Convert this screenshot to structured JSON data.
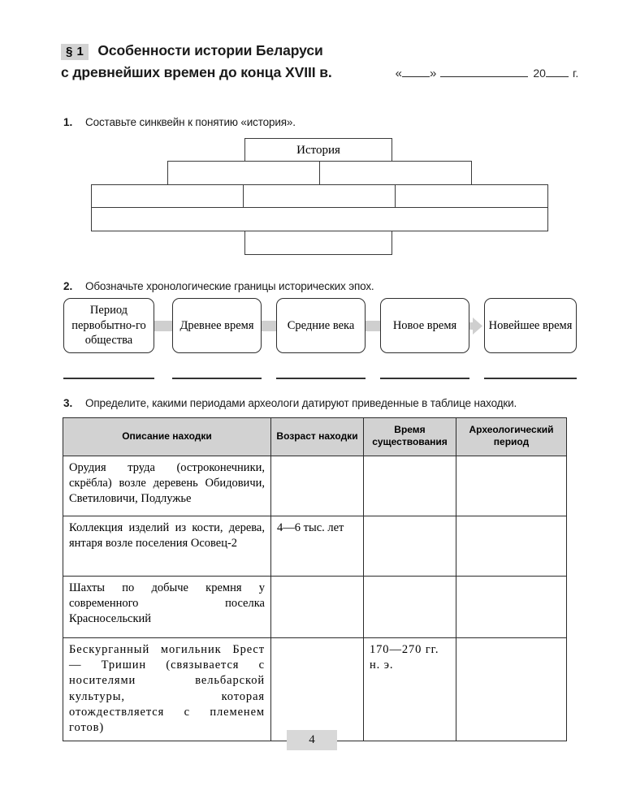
{
  "header": {
    "section_badge": "§ 1",
    "title_line1": "Особенности истории Беларуси",
    "title_line2": "с древнейших времен до конца XVIII в.",
    "date_quote_open": "«",
    "date_quote_close": "»",
    "date_year_prefix": "20",
    "date_year_suffix": "г."
  },
  "tasks": [
    {
      "number": "1.",
      "text": "Составьте синквейн к понятию «история»."
    },
    {
      "number": "2.",
      "text": "Обозначьте хронологические границы исторических эпох."
    },
    {
      "number": "3.",
      "text": "Определите, какими периодами археологи датируют приведенные в таблице находки."
    }
  ],
  "cinquain": {
    "top_label": "История",
    "rows": [
      {
        "cells": [
          "История"
        ]
      },
      {
        "cells": [
          "",
          ""
        ]
      },
      {
        "cells": [
          "",
          "",
          ""
        ]
      },
      {
        "cells": [
          ""
        ]
      },
      {
        "cells": [
          ""
        ]
      }
    ]
  },
  "eras": {
    "boxes": [
      {
        "label": "Период первобытно-го общества"
      },
      {
        "label": "Древнее время"
      },
      {
        "label": "Средние века"
      },
      {
        "label": "Новое время"
      },
      {
        "label": "Новейшее время"
      }
    ],
    "connector_color": "#cfcfcf"
  },
  "answer_lines_count": 5,
  "table": {
    "headers": [
      "Описание находки",
      "Возраст находки",
      "Время существования",
      "Археологический период"
    ],
    "rows": [
      {
        "description": "Орудия труда (остроконечники, скрёбла) возле деревень Обидовичи, Светиловичи, Подлужье",
        "age": "",
        "time": "",
        "period": ""
      },
      {
        "description": "Коллекция изделий из кости, дерева, янтаря возле поселения Осовец-2",
        "age": "4—6 тыс. лет",
        "time": "",
        "period": ""
      },
      {
        "description": "Шахты по добыче кремня у современного поселка Красносельский",
        "age": "",
        "time": "",
        "period": ""
      },
      {
        "description": "Бескурганный могильник Брест — Тришин (связывается с носителями вельбарской культуры, которая отождествляется с племенем готов)",
        "age": "",
        "time": "170—270 гг. н. э.",
        "period": ""
      }
    ]
  },
  "footer": {
    "page_number": "4"
  },
  "colors": {
    "badge_grey": "#d2d2d2",
    "header_grey": "#d2d2d2",
    "connector_grey": "#cfcfcf",
    "border_dark": "#2b2b2b",
    "page_num_grey": "#d8d8d8"
  }
}
